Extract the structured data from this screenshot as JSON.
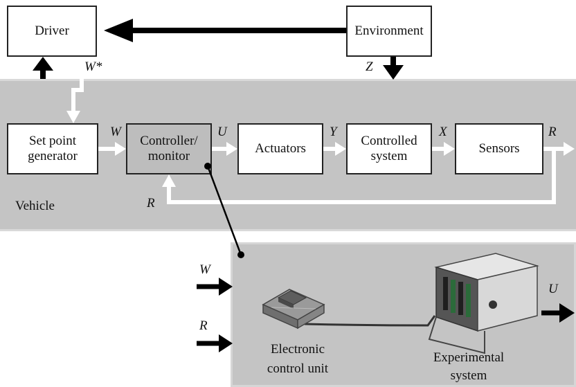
{
  "blocks": {
    "driver": "Driver",
    "environment": "Environment",
    "set_point": [
      "Set point",
      "generator"
    ],
    "controller": [
      "Controller/",
      "monitor"
    ],
    "actuators": "Actuators",
    "controlled_system": [
      "Controlled",
      "system"
    ],
    "sensors": "Sensors"
  },
  "signals": {
    "w_star": "W*",
    "z": "Z",
    "w": "W",
    "u": "U",
    "y": "Y",
    "x": "X",
    "r": "R",
    "r_feedback": "R"
  },
  "regions": {
    "vehicle": "Vehicle"
  },
  "detail": {
    "input_w": "W",
    "input_r": "R",
    "output_u": "U",
    "ecu": [
      "Electronic",
      "control unit"
    ],
    "experimental": [
      "Experimental",
      "system"
    ]
  },
  "colors": {
    "band": "#c4c4c4",
    "box": "#ffffff",
    "controller_box": "#bdbdbd",
    "arrow_dark": "#000000",
    "arrow_light": "#ffffff"
  }
}
